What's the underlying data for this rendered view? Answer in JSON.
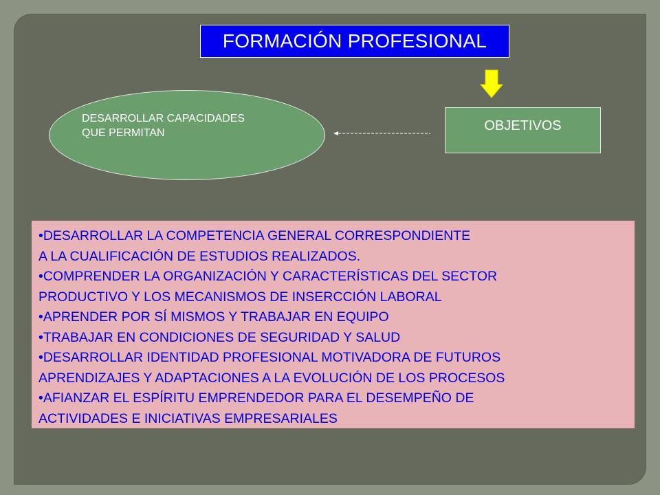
{
  "slide": {
    "title": "FORMACIÓN PROFESIONAL",
    "objetivos_label": "OBJETIVOS",
    "ellipse_lines": [
      "DESARROLLAR CAPACIDADES",
      "QUE PERMITAN"
    ],
    "objective_lines": [
      "•DESARROLLAR LA COMPETENCIA GENERAL CORRESPONDIENTE",
      "A LA CUALIFICACIÓN DE ESTUDIOS REALIZADOS.",
      "•COMPRENDER LA ORGANIZACIÓN Y CARACTERÍSTICAS DEL SECTOR",
      "PRODUCTIVO Y LOS MECANISMOS DE INSERCCIÓN LABORAL",
      "•APRENDER POR SÍ MISMOS Y TRABAJAR EN EQUIPO",
      "•TRABAJAR EN CONDICIONES DE SEGURIDAD Y SALUD",
      "•DESARROLLAR IDENTIDAD PROFESIONAL MOTIVADORA DE FUTUROS",
      "APRENDIZAJES Y ADAPTACIONES A LA EVOLUCIÓN DE LOS PROCESOS",
      "•AFIANZAR EL ESPÍRITU EMPRENDEDOR PARA EL DESEMPEÑO DE",
      "ACTIVIDADES E INICIATIVAS EMPRESARIALES"
    ]
  },
  "colors": {
    "outer_frame": "#8d9383",
    "slide_background": "#666a5d",
    "title_background": "#0000ee",
    "green_shape": "#6b9e6d",
    "objectives_background": "#e8b4b8",
    "objectives_text": "#0000dd",
    "arrow_fill": "#ffff00"
  },
  "icons": {
    "down_arrow": "down-arrow-icon",
    "left_arrow": "dashed-left-arrow-icon"
  }
}
